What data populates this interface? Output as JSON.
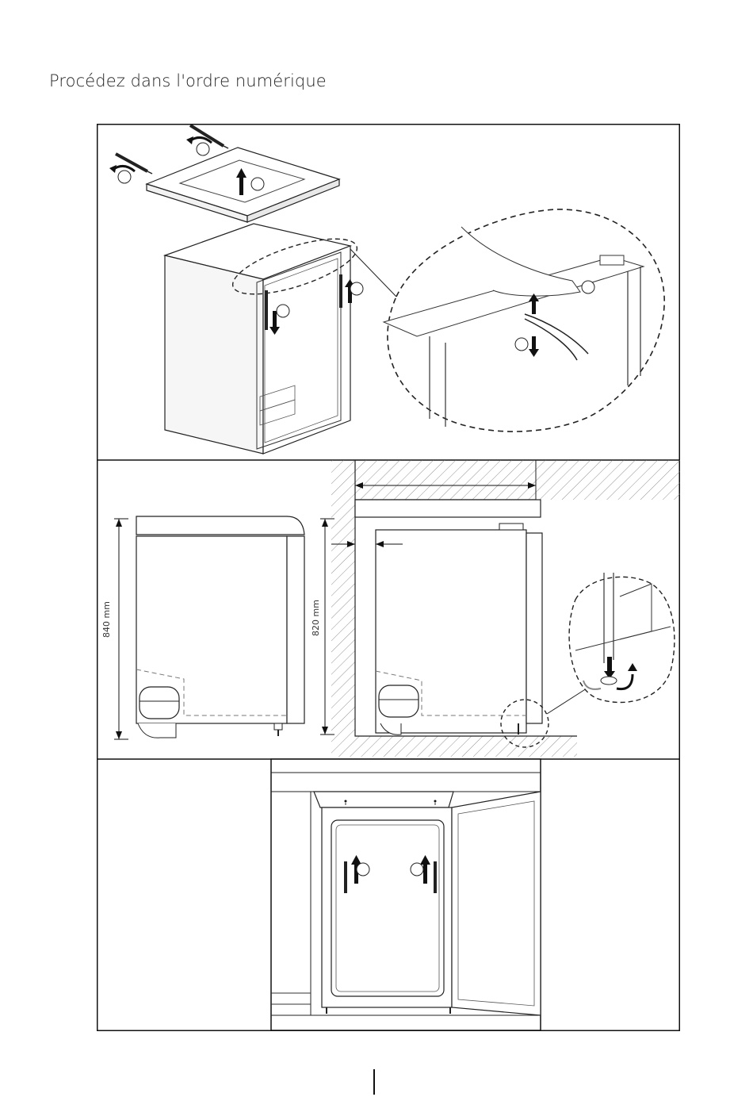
{
  "page": {
    "heading": "Procédez dans l'ordre numérique"
  },
  "diagram": {
    "dimension_left": "840 mm",
    "dimension_right": "820 mm"
  }
}
